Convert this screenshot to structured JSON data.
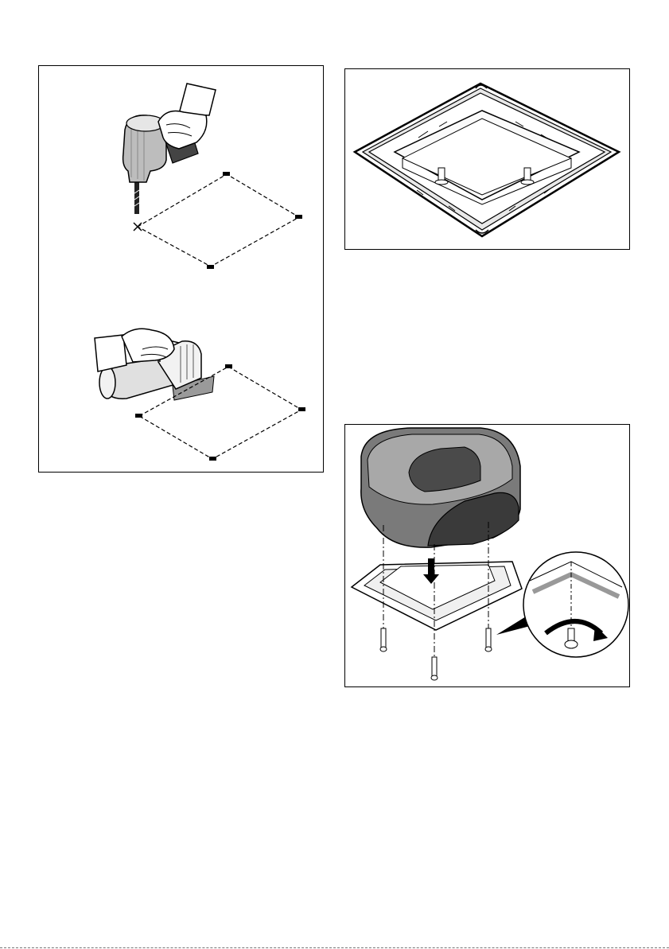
{
  "page": {
    "figures": [
      {
        "id": "drill-and-cut",
        "icons": [
          "drill-icon",
          "jigsaw-icon",
          "hand-icon"
        ]
      },
      {
        "id": "mounting-frame",
        "icons": [
          "frame-icon"
        ]
      },
      {
        "id": "fan-mounting",
        "icons": [
          "fan-unit-icon",
          "screw-icon",
          "rotate-arrow-icon",
          "magnifier-icon"
        ]
      }
    ],
    "colors": {
      "line": "#000000",
      "fill_dark": "#3a3a3a",
      "fill_mid": "#9a9a9a",
      "fill_light": "#d9d9d9"
    }
  }
}
